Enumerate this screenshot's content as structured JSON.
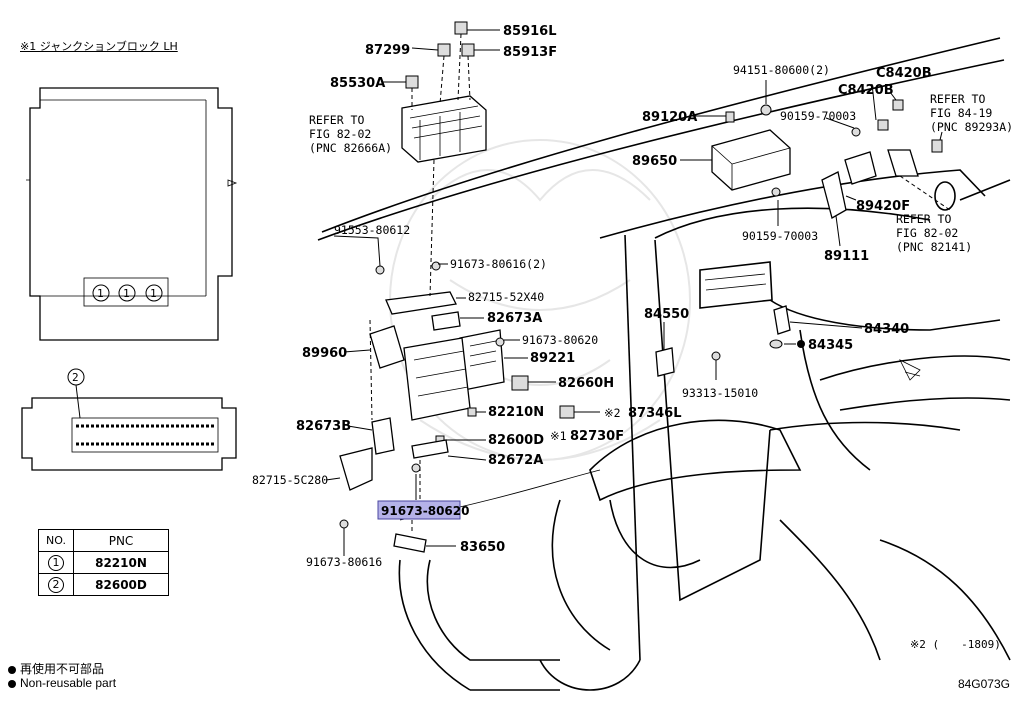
{
  "jb_title": "※1 ジャンクションブロック LH",
  "callouts": {
    "c1": "1",
    "c2": "2"
  },
  "labels": {
    "p85916L": "85916L",
    "p87299": "87299",
    "p85913F": "85913F",
    "p85530A": "85530A",
    "ref1_line1": "REFER TO",
    "ref1_line2": "FIG 82-02",
    "ref1_line3": "(PNC 82666A)",
    "p94151": "94151-80600(2)",
    "pC8420B_a": "C8420B",
    "pC8420B_b": "C8420B",
    "ref2_line1": "REFER TO",
    "ref2_line2": "FIG 84-19",
    "ref2_line3": "(PNC 89293A)",
    "p89120A": "89120A",
    "p90159a": "90159-70003",
    "p89650": "89650",
    "p89420F": "89420F",
    "ref3_line1": "REFER TO",
    "ref3_line2": "FIG 82-02",
    "ref3_line3": "(PNC 82141)",
    "p90159b": "90159-70003",
    "p89111": "89111",
    "p91553": "91553-80612",
    "p91673_2": "91673-80616(2)",
    "p82715_52": "82715-52X40",
    "p82673A": "82673A",
    "p84550": "84550",
    "p84340": "84340",
    "p91673_620": "91673-80620",
    "p89960": "89960",
    "p89221": "89221",
    "p84345": "84345",
    "p82660H": "82660H",
    "p93313": "93313-15010",
    "p82210N": "82210N",
    "p87346L": "87346L",
    "note2_mark": "※2",
    "p82673B": "82673B",
    "p82600D": "82600D",
    "note1_mark": "※1",
    "p82730F": "82730F",
    "p82672A": "82672A",
    "p82715_5C": "82715-5C280",
    "p91673_hl": "91673-80620",
    "p83650": "83650",
    "p91673_616": "91673-80616"
  },
  "pnc_table": {
    "head_no": "NO.",
    "head_pnc": "PNC",
    "rows": [
      {
        "no": "1",
        "pnc": "82210N"
      },
      {
        "no": "2",
        "pnc": "82600D"
      }
    ]
  },
  "legend": {
    "jp": "再使用不可部品",
    "en": "Non-reusable part"
  },
  "note2": "※2 (　　-1809)",
  "figure_code": "84G073G"
}
